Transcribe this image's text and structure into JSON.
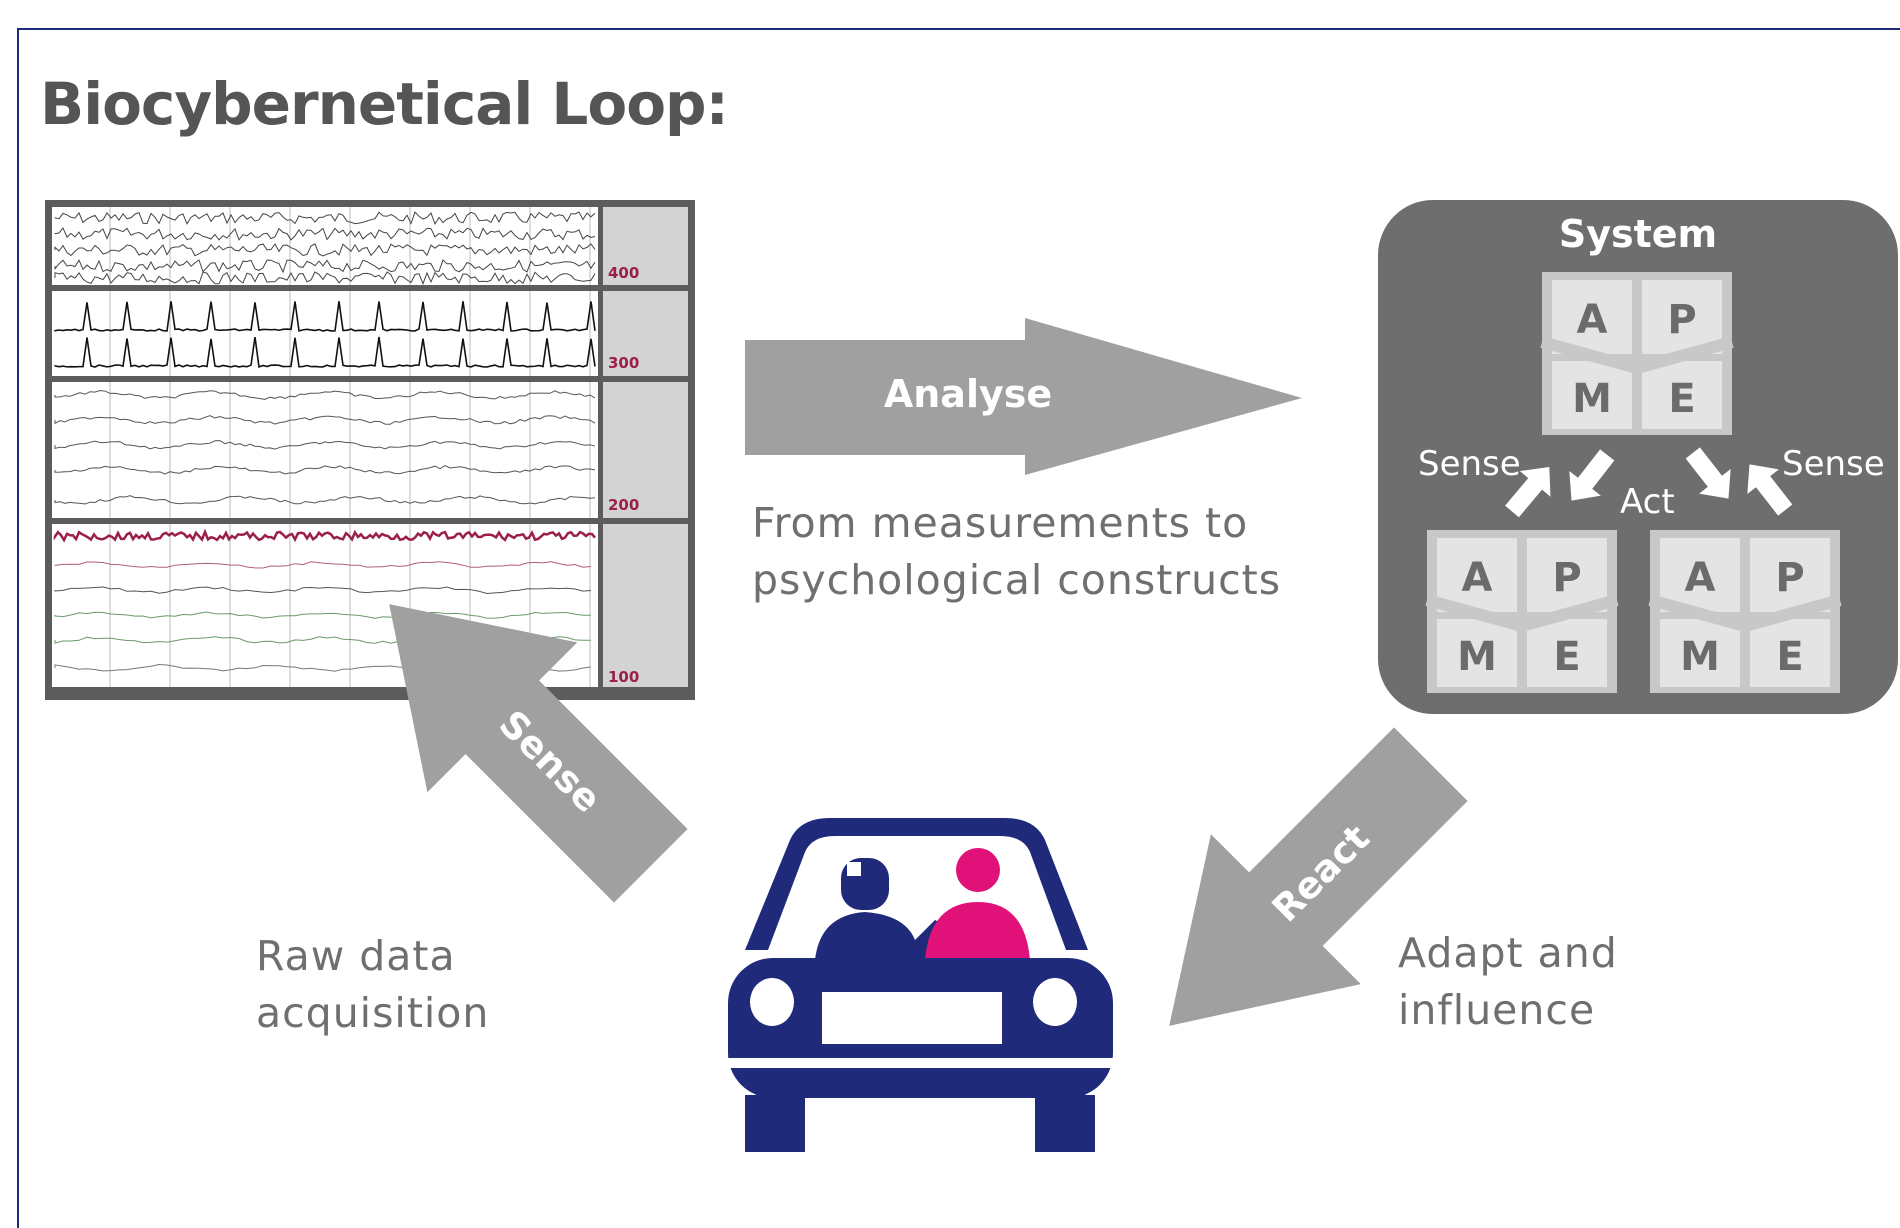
{
  "title": "Biocybernetical Loop:",
  "flow": {
    "analyse": {
      "label": "Analyse",
      "caption": "From measurements to\npsychological constructs"
    },
    "sense": {
      "label": "Sense",
      "caption": "Raw data\nacquisition"
    },
    "react": {
      "label": "React",
      "caption": "Adapt and\ninfluence"
    }
  },
  "signals_panel": {
    "scale_labels": [
      "400",
      "300",
      "200",
      "100"
    ]
  },
  "system": {
    "title": "System",
    "left_sense_label": "Sense",
    "right_sense_label": "Sense",
    "act_label": "Act",
    "module_letters": [
      "A",
      "P",
      "M",
      "E"
    ]
  },
  "colors": {
    "frame": "#1f2a7a",
    "arrow": "#a0a0a0",
    "system_bg": "#6e6e6e",
    "car": "#1f2a7a",
    "passenger": "#e0127a",
    "signal_accent": "#9a1f4a"
  },
  "icons": [
    "car-icon",
    "driver-icon",
    "passenger-icon"
  ]
}
